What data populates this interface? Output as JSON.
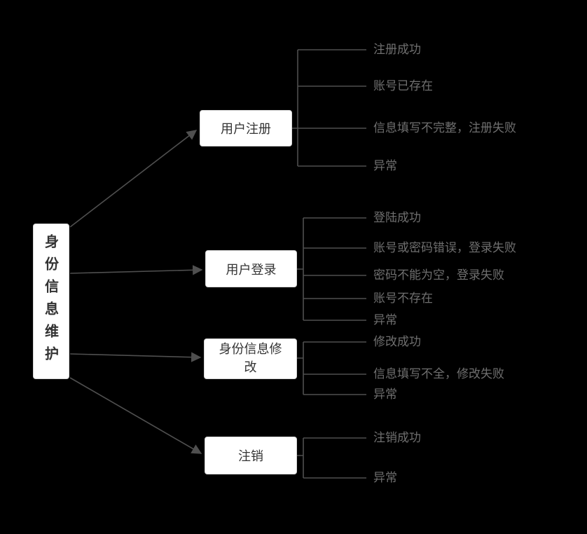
{
  "diagram": {
    "title": "identity-maintenance-mindmap",
    "root": {
      "label": "身份信息维护"
    },
    "branches": [
      {
        "label": "用户注册",
        "leaves": [
          "注册成功",
          "账号已存在",
          "信息填写不完整，注册失败",
          "异常"
        ]
      },
      {
        "label": "用户登录",
        "leaves": [
          "登陆成功",
          "账号或密码错误，登录失败",
          "密码不能为空，登录失败",
          "账号不存在",
          "异常"
        ]
      },
      {
        "label": "身份信息修改",
        "leaves": [
          "修改成功",
          "信息填写不全，修改失败",
          "异常"
        ]
      },
      {
        "label": "注销",
        "leaves": [
          "注销成功",
          "异常"
        ]
      }
    ],
    "colors": {
      "background": "#000000",
      "node_fill": "#ffffff",
      "node_border": "#d6d6d6",
      "node_text": "#333333",
      "leaf_text": "#6f6f6f",
      "line": "#4f4f4f"
    }
  }
}
